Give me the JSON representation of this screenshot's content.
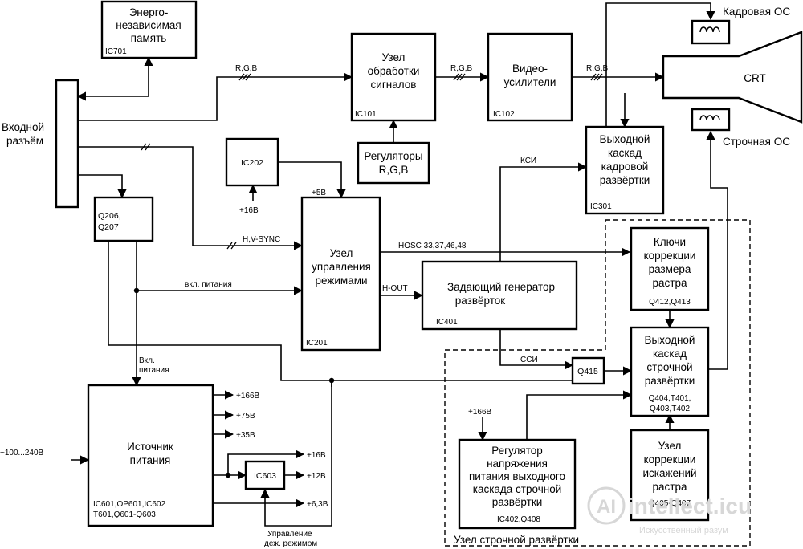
{
  "blocks": {
    "nvm": {
      "lines": [
        "Энерго-",
        "независимая",
        "память"
      ],
      "ref": "IC701"
    },
    "proc": {
      "lines": [
        "Узел",
        "обработки",
        "сигналов"
      ],
      "ref": "IC101"
    },
    "vamp": {
      "lines": [
        "Видео-",
        "усилители"
      ],
      "ref": "IC102"
    },
    "crt": {
      "label": "CRT"
    },
    "input": {
      "lines": [
        "Входной",
        "разъём"
      ]
    },
    "reg_rgb": {
      "lines": [
        "Регуляторы",
        "R,G,B"
      ]
    },
    "frame_out": {
      "lines": [
        "Выходной",
        "каскад",
        "кадровой",
        "развёртки"
      ],
      "ref": "IC301"
    },
    "ic202": {
      "label": "IC202"
    },
    "q206": {
      "lines": [
        "Q206,",
        "Q207"
      ]
    },
    "mode_ctrl": {
      "lines": [
        "Узел",
        "управления",
        "режимами"
      ],
      "ref": "IC201"
    },
    "sweep_gen": {
      "lines": [
        "Задающий генератор",
        "развёрток"
      ],
      "ref": "IC401"
    },
    "size_keys": {
      "lines": [
        "Ключи",
        "коррекции",
        "размера",
        "растра"
      ],
      "ref": "Q412,Q413"
    },
    "line_out": {
      "lines": [
        "Выходной",
        "каскад",
        "строчной",
        "развёртки"
      ],
      "ref_lines": [
        "Q404,T401,",
        "Q403,T402"
      ]
    },
    "q415": {
      "label": "Q415"
    },
    "psu": {
      "lines": [
        "Источник",
        "питания"
      ],
      "ref_lines": [
        "IC601,OP601,IC602",
        "T601,Q601-Q603"
      ]
    },
    "ic603": {
      "label": "IC603"
    },
    "line_reg": {
      "lines": [
        "Регулятор",
        "напряжения",
        "питания выходного",
        "каскада строчной",
        "развёртки"
      ],
      "ref": "IC402,Q408"
    },
    "distort": {
      "lines": [
        "Узел",
        "коррекции",
        "искажений",
        "растра"
      ],
      "ref": "Q405-Q407"
    }
  },
  "labels": {
    "frame_coil": "Кадровая ОС",
    "line_coil": "Строчная ОС",
    "rgb1": "R,G,B",
    "rgb2": "R,G,B",
    "rgb3": "R,G,B",
    "ksi": "КСИ",
    "plus5": "+5В",
    "plus16_ic202": "+16В",
    "hvsync": "H,V-SYNC",
    "hosc": "HOSC  33,37,46,48",
    "hout": "H-OUT",
    "power_on": "вкл. питания",
    "power_on2": [
      "Вкл.",
      "питания"
    ],
    "ssi": "ССИ",
    "v166_reg": "+166В",
    "line_group": "Узел  строчной  развёртки",
    "mains": "~100...240В",
    "standby": [
      "Управление",
      "деж. режимом"
    ]
  },
  "rails": [
    {
      "id": "r166",
      "label": "+166В"
    },
    {
      "id": "r75",
      "label": "+75В"
    },
    {
      "id": "r35",
      "label": "+35В"
    },
    {
      "id": "r16",
      "label": "+16В"
    },
    {
      "id": "r12",
      "label": "+12В"
    },
    {
      "id": "r63",
      "label": "+6,3В"
    }
  ],
  "watermark": {
    "brand": "intellect.icu",
    "tagline": "Искусственный разум"
  }
}
